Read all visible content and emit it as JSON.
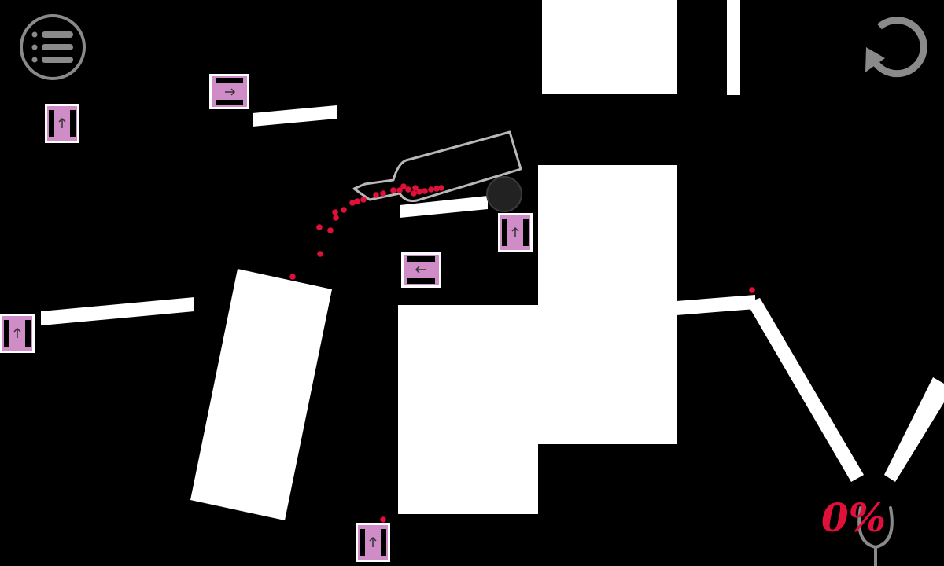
{
  "game": {
    "title": "",
    "hud": {
      "menu_button": {
        "icon": "menu-list-icon"
      },
      "restart_button": {
        "icon": "restart-arrow-icon"
      },
      "fill_percent": {
        "value": 0,
        "label": "0%"
      }
    },
    "goal": {
      "icon": "wine-glass-icon"
    },
    "boosters": [
      {
        "id": "booster-1",
        "direction": "up",
        "icon": "arrow-up-icon"
      },
      {
        "id": "booster-2",
        "direction": "right",
        "icon": "arrow-right-icon"
      },
      {
        "id": "booster-3",
        "direction": "up",
        "icon": "arrow-up-icon"
      },
      {
        "id": "booster-4",
        "direction": "left",
        "icon": "arrow-left-icon"
      },
      {
        "id": "booster-5",
        "direction": "up",
        "icon": "arrow-up-icon"
      },
      {
        "id": "booster-6",
        "direction": "up",
        "icon": "arrow-up-icon"
      }
    ],
    "colors": {
      "background": "#000000",
      "wall": "#ffffff",
      "wine": "#e0103a",
      "booster": "#d08cc6",
      "hud_icon": "#8a8a8a",
      "bottle_outline": "#b8b8b8",
      "pivot": "#222222"
    }
  }
}
